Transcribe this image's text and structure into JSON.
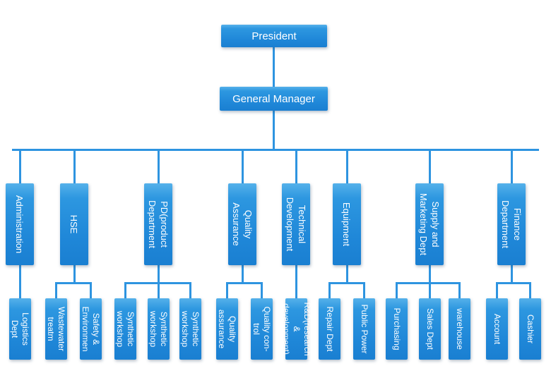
{
  "palette": {
    "node_fill_top": "#55b1ea",
    "node_fill_bottom": "#1a7fd1",
    "connector_line": "#2e94e0",
    "node_text": "#ffffff",
    "background": "#ffffff"
  },
  "org": {
    "president": {
      "label": "President"
    },
    "general_manager": {
      "label": "General Manager"
    },
    "departments": [
      {
        "label": "Administration",
        "children": [
          {
            "label": "Logistics\nDept"
          }
        ]
      },
      {
        "label": "HSE",
        "children": [
          {
            "label": "Wastewater\ntreatm"
          },
          {
            "label": "Safety &\nEnvironmen"
          }
        ]
      },
      {
        "label": "PD(product\nDepartment",
        "children": [
          {
            "label": "Synthetic\nworkshop"
          },
          {
            "label": "Synthetic\nworkshop"
          },
          {
            "label": "Synthetic\nworkshop"
          }
        ]
      },
      {
        "label": "Quality\nAssurance",
        "children": [
          {
            "label": "Quality\nassurance"
          },
          {
            "label": "Quality con-\ntrol"
          }
        ]
      },
      {
        "label": "Technical\nDevelopment",
        "children": [
          {
            "label": "R&D(research &\ndevelopment)"
          }
        ]
      },
      {
        "label": "Equipment",
        "children": [
          {
            "label": "Repair Dept"
          },
          {
            "label": "Public Power"
          }
        ]
      },
      {
        "label": "Supply and\nMarketing Dept",
        "children": [
          {
            "label": "Purchasing"
          },
          {
            "label": "Sales Dept"
          },
          {
            "label": "warehouse"
          }
        ]
      },
      {
        "label": "Finance\nDepartment",
        "children": [
          {
            "label": "Account"
          },
          {
            "label": "Cashier"
          }
        ]
      }
    ]
  }
}
